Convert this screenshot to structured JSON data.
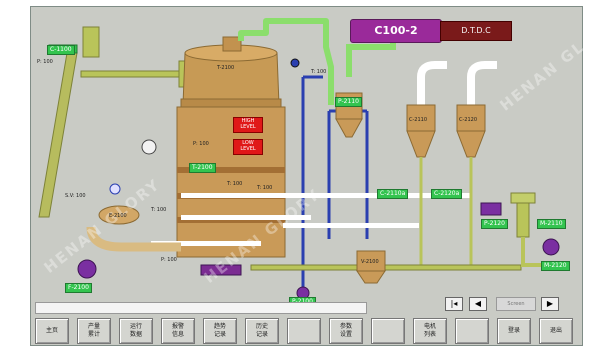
{
  "header": {
    "title": "C100-2",
    "subtitle": "D.T.D.C"
  },
  "equipment_tags": {
    "top_left": "C-1100",
    "tower": "T-2100",
    "cyclone_center": "C-2110",
    "cyclone_1": "C-2110",
    "cyclone_2": "C-2120",
    "heater": "E-2100",
    "fan_left": "F-2100",
    "receiver": "V-2100"
  },
  "green_labels": {
    "top_left": "C-1100",
    "tower_mid": "T-2100",
    "fan_left": "F-2100",
    "pump_bottom": "P-2100",
    "pump_mid": "P-2110",
    "cyclone_1": "C-2110a",
    "cyclone_2": "C-2120a",
    "right_1": "P-2120",
    "right_2": "M-2110",
    "right_3": "M-2120"
  },
  "readings": {
    "flow_left": "P: 100",
    "temp_top": "T: 100",
    "steam": "S.V: 100",
    "temp_mid": "T: 100",
    "pressure": "P: 100",
    "bottom_speed": "P: 100",
    "heater_temp": "T: 100",
    "t2_temp": "T: 100"
  },
  "alarm_boxes": {
    "upper": "HIGH LEVEL",
    "lower": "LOW LEVEL"
  },
  "status_bar": {
    "text": ""
  },
  "navigation": {
    "first": "|◂",
    "prev": "◀",
    "page": "Screen",
    "next": "▶"
  },
  "function_buttons": [
    "主页",
    "产量\n累计",
    "运行\n数据",
    "报警\n信息",
    "趋势\n记录",
    "历史\n记录",
    "",
    "参数\n设置",
    "",
    "电机\n列表",
    "",
    "登录",
    "退出"
  ],
  "watermarks": [
    "HENAN GLORY",
    "HENAN GLORY",
    "HENAN GL"
  ]
}
